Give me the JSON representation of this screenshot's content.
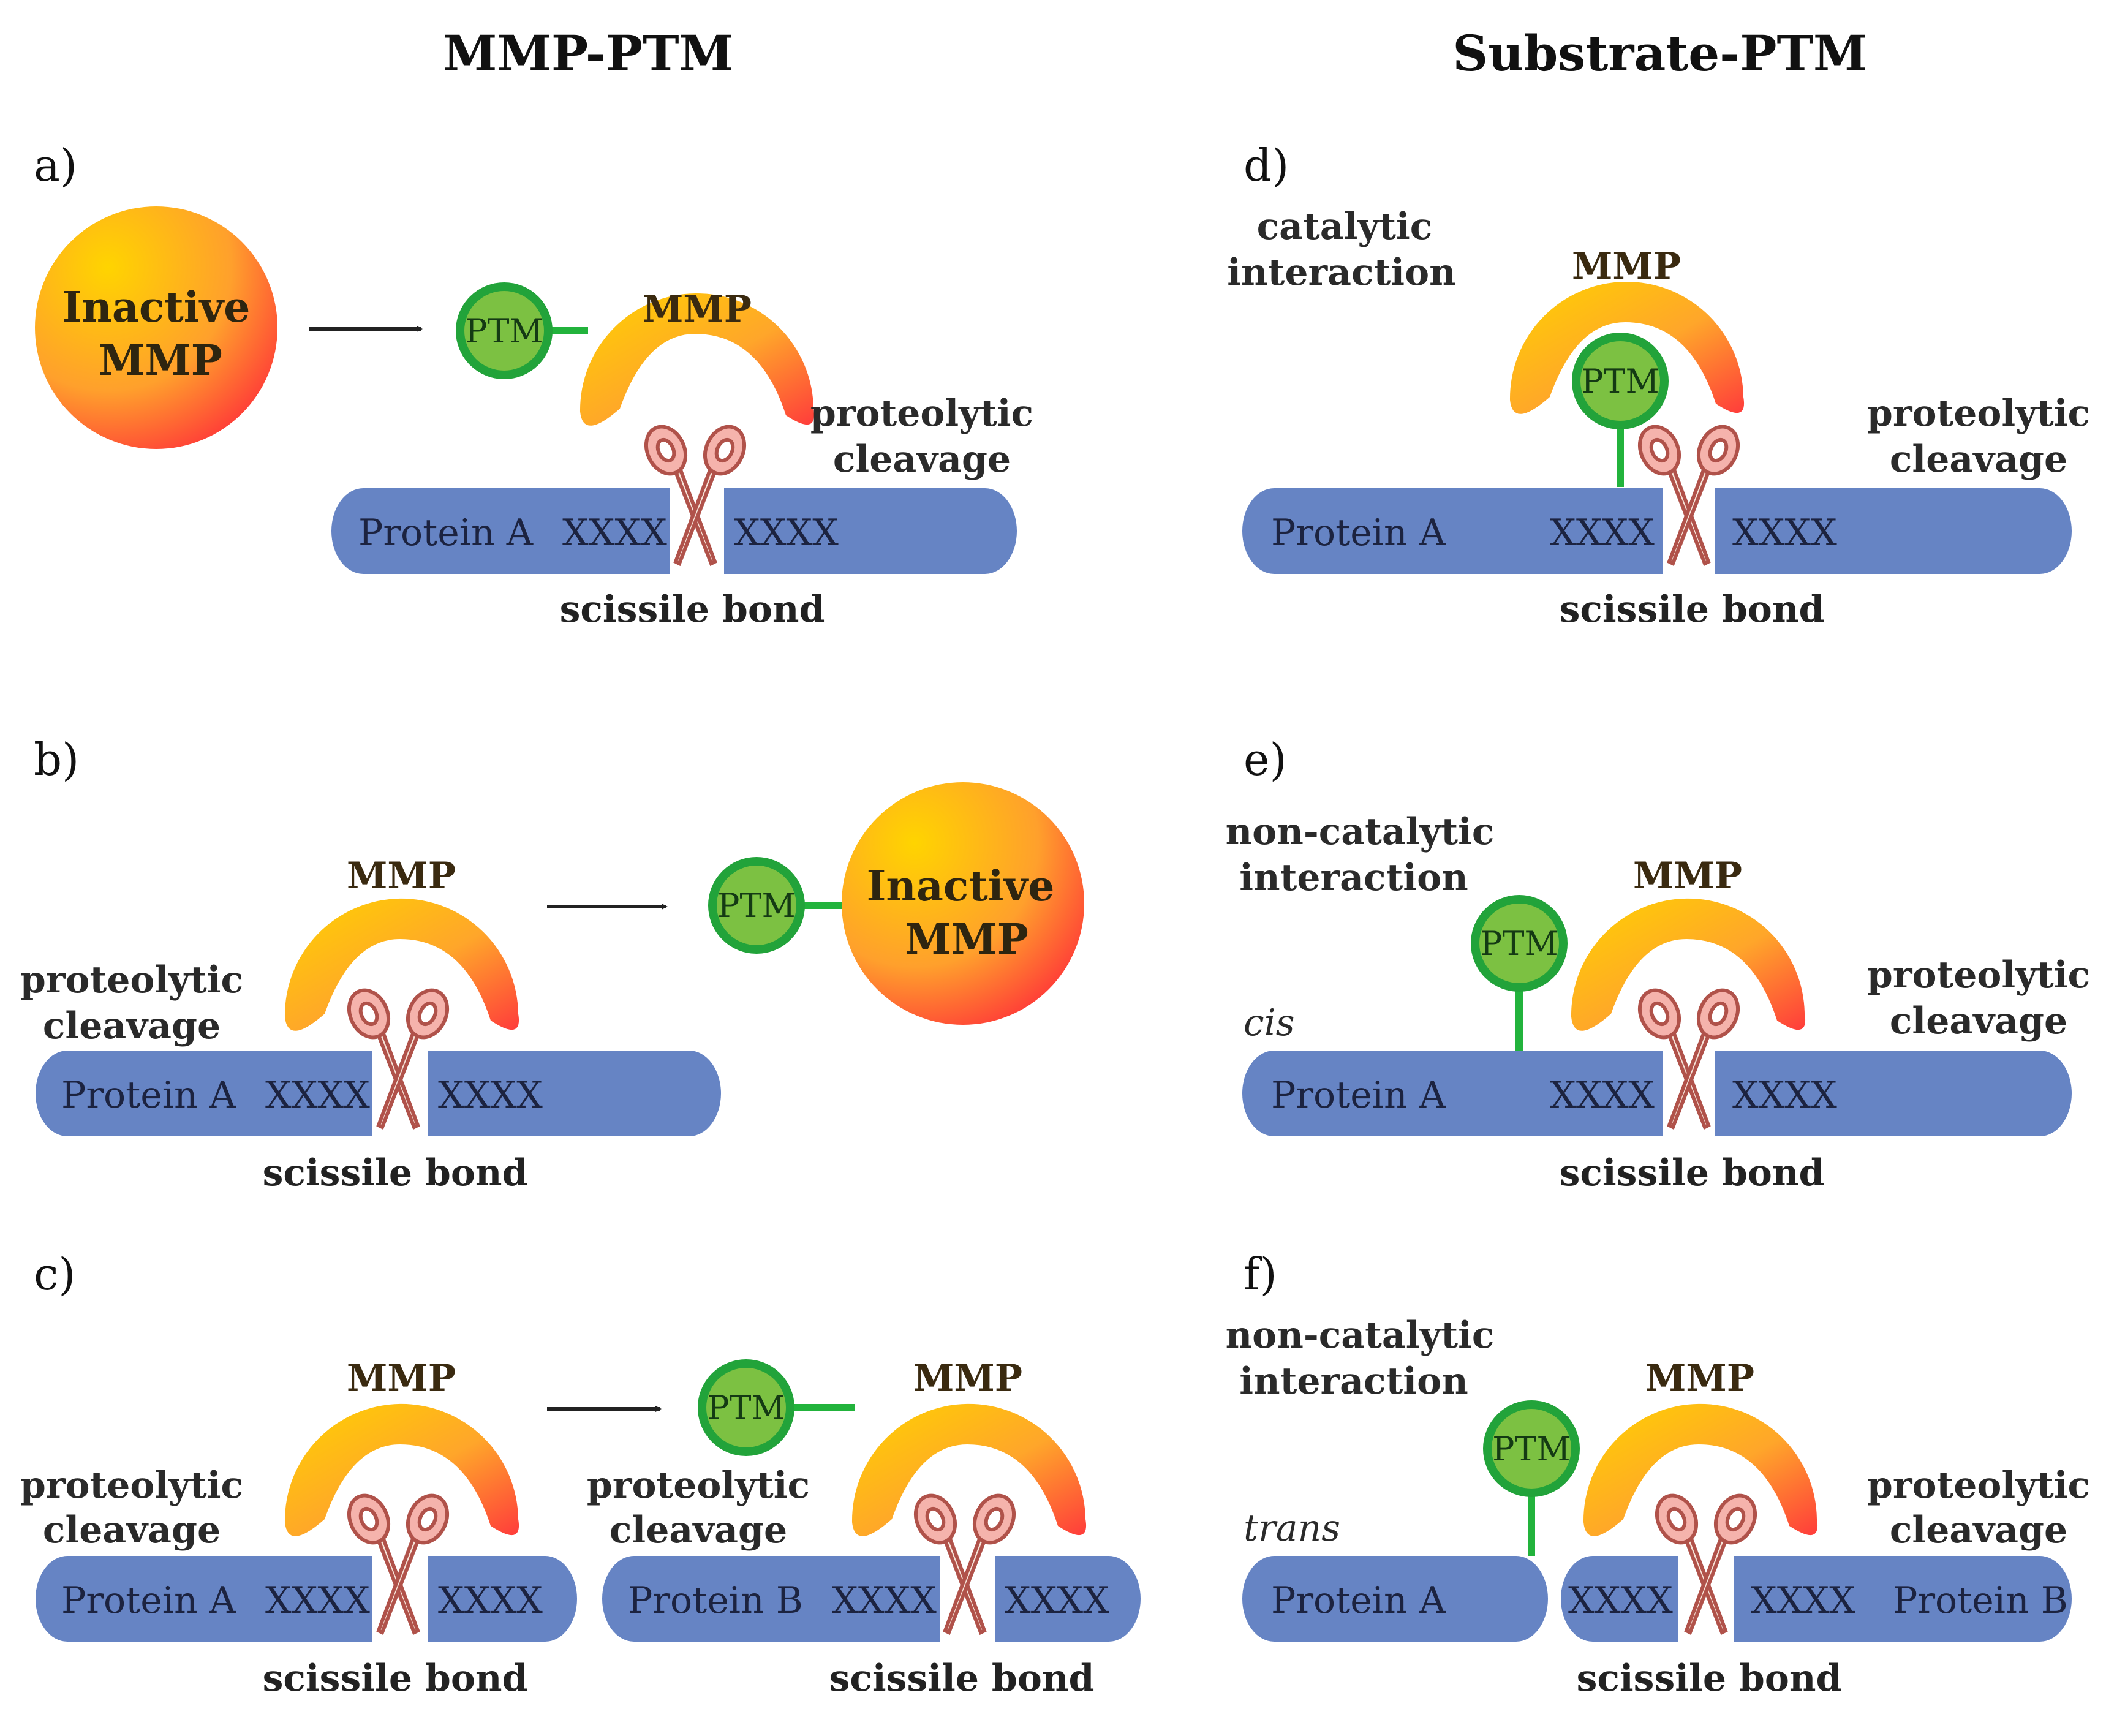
{
  "colors": {
    "protein": "#6684c4",
    "ptm_fill": "#7cc142",
    "ptm_stroke": "#22a33a",
    "mmp_gradient": [
      "#ffd200",
      "#ff3d3d"
    ],
    "scissors_stroke": "#b0524a",
    "scissors_fill": "#f5b3ac"
  },
  "headers": {
    "left": "MMP-PTM",
    "right": "Substrate-PTM"
  },
  "labels": {
    "mmp": "MMP",
    "inactive_line1": "Inactive",
    "inactive_line2": "MMP",
    "ptm": "PTM",
    "site": "XXXX",
    "protein_a": "Protein A",
    "protein_b": "Protein B",
    "scissile_bond": "scissile bond",
    "cleavage_line1": "proteolytic",
    "cleavage_line2": "cleavage"
  },
  "panels": {
    "a": {
      "letter": "a)"
    },
    "b": {
      "letter": "b)"
    },
    "c": {
      "letter": "c)"
    },
    "d": {
      "letter": "d)",
      "desc1": "catalytic",
      "desc2": "interaction"
    },
    "e": {
      "letter": "e)",
      "desc1": "non-catalytic",
      "desc2": "interaction",
      "mode": "cis"
    },
    "f": {
      "letter": "f)",
      "desc1": "non-catalytic",
      "desc2": "interaction",
      "mode": "trans"
    }
  },
  "icons": [
    "mmp-enzyme-icon",
    "inactive-mmp-icon",
    "ptm-icon",
    "scissors-icon",
    "arrow-icon",
    "protein-bar-icon"
  ]
}
